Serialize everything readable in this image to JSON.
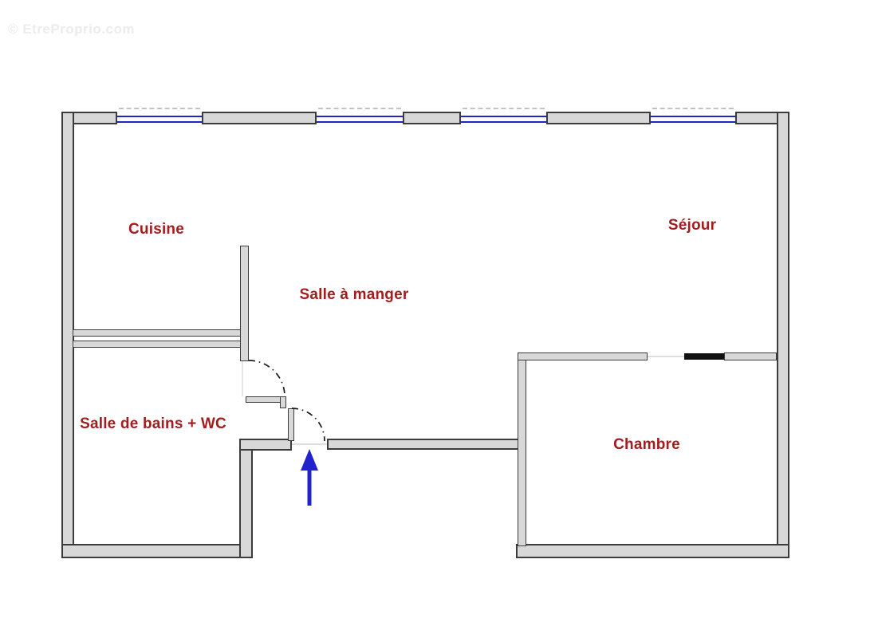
{
  "watermark": "© EtreProprio.com",
  "rooms": {
    "cuisine": "Cuisine",
    "sejour": "Séjour",
    "salle_a_manger": "Salle à manger",
    "salle_de_bains": "Salle de bains + WC",
    "chambre": "Chambre"
  },
  "colors": {
    "room_label": "#A31D1E",
    "window_glass": "#2323C8",
    "entrance_arrow": "#2222CC",
    "wall_fill": "#D8D8D8",
    "wall_edge": "#3C3C3C",
    "door_panel": "#111111"
  }
}
